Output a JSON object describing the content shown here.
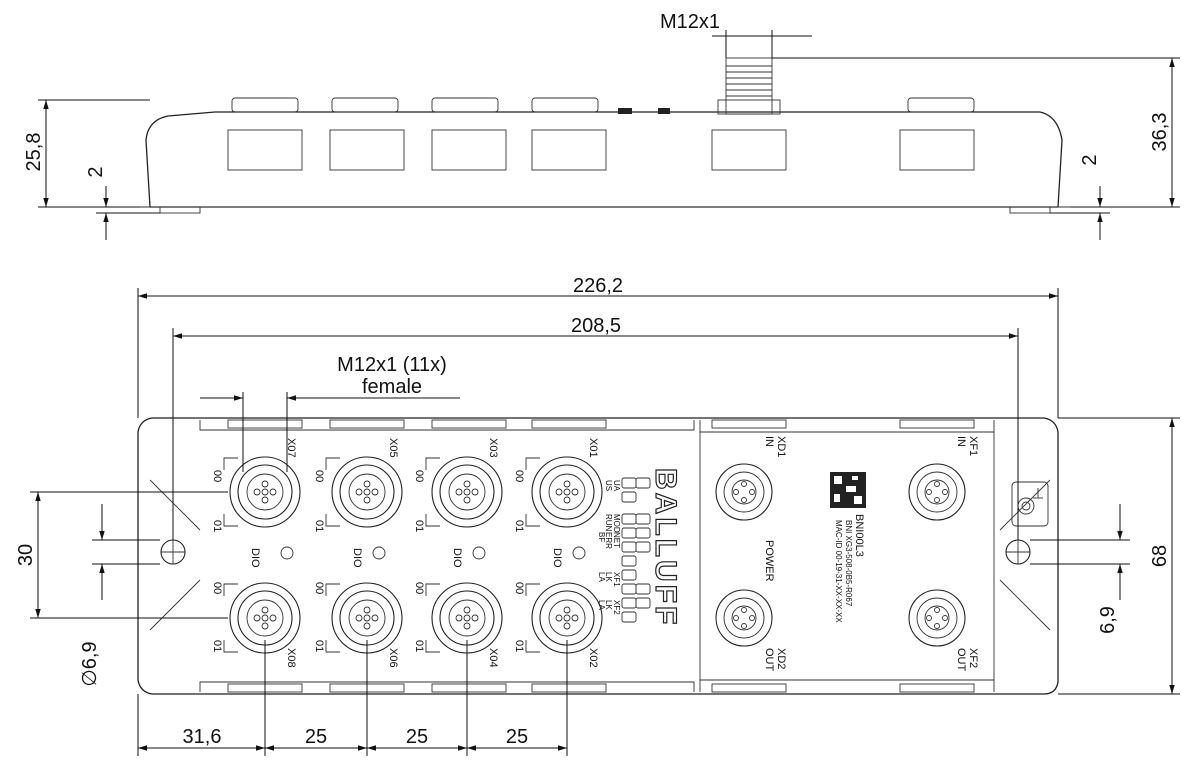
{
  "dimensions": {
    "side_connector_thread": "M12x1",
    "height_body": "25,8",
    "height_total": "36,3",
    "foot_left": "2",
    "foot_right": "2",
    "length_total": "226,2",
    "hole_spacing": "208,5",
    "port_thread": "M12x1 (11x)",
    "port_gender": "female",
    "width": "68",
    "row_spacing": "30",
    "hole_diameter": "∅6,9",
    "hole_offset": "6,9",
    "first_port_offset": "31,6",
    "port_pitch_1": "25",
    "port_pitch_2": "25",
    "port_pitch_3": "25"
  },
  "ports": {
    "top_row": [
      {
        "name": "X07",
        "pin_a": "00",
        "pin_b": "01",
        "dio": "DIO"
      },
      {
        "name": "X05",
        "pin_a": "00",
        "pin_b": "01",
        "dio": "DIO"
      },
      {
        "name": "X03",
        "pin_a": "00",
        "pin_b": "01",
        "dio": "DIO"
      },
      {
        "name": "X01",
        "pin_a": "00",
        "pin_b": "01",
        "dio": "DIO"
      }
    ],
    "bottom_row": [
      {
        "name": "X08",
        "pin_a": "00",
        "pin_b": "01"
      },
      {
        "name": "X06",
        "pin_a": "00",
        "pin_b": "01"
      },
      {
        "name": "X04",
        "pin_a": "00",
        "pin_b": "01"
      },
      {
        "name": "X02",
        "pin_a": "00",
        "pin_b": "01"
      }
    ],
    "xd1": {
      "name": "XD1",
      "dir": "IN"
    },
    "xd2": {
      "name": "XD2",
      "dir": "OUT"
    },
    "xf1": {
      "name": "XF1",
      "dir": "IN"
    },
    "xf2": {
      "name": "XF2",
      "dir": "OUT"
    },
    "power_label": "POWER"
  },
  "leds": {
    "us": "US",
    "ua": "UA",
    "run": "RUN",
    "mod": "MOD",
    "err": "ERR",
    "net": "NET",
    "bf": "BF",
    "lk1": "LK",
    "xf1": "XF1",
    "la1": "LA",
    "lk2": "LK",
    "xf2": "XF2",
    "la2": "LA"
  },
  "device": {
    "brand": "BALLUFF",
    "model": "BNI00L3",
    "part": "BNI XG3-508-0B5-R067",
    "mac": "MAC-ID 00-19-31-XX-XX-XX"
  }
}
